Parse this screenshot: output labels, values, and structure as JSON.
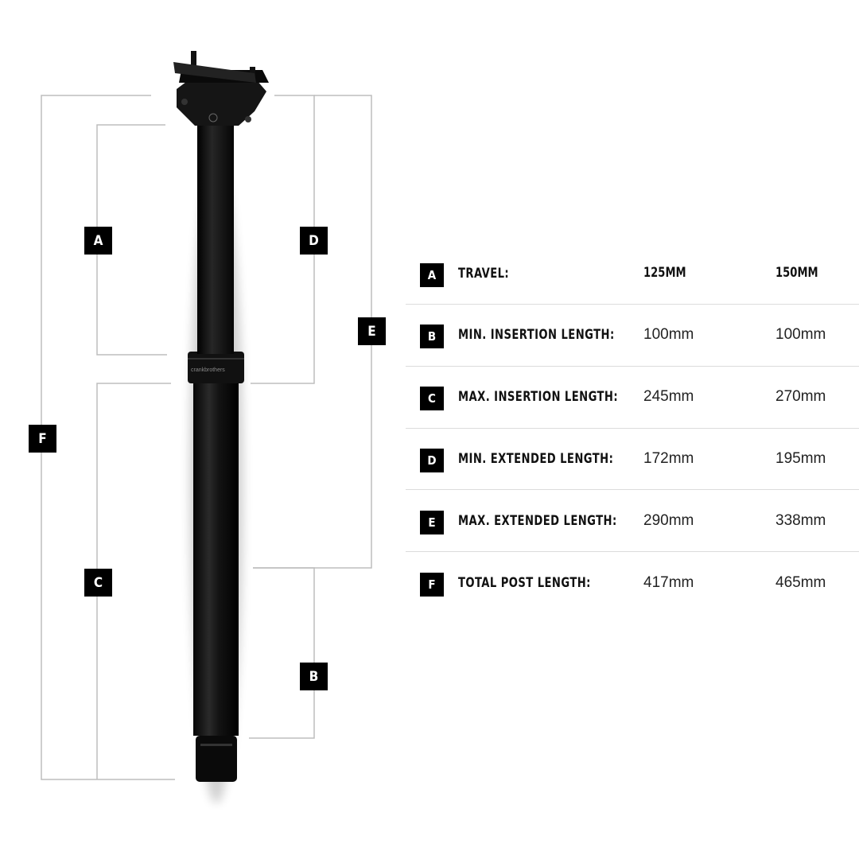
{
  "diagram": {
    "labels": {
      "A": "A",
      "B": "B",
      "C": "C",
      "D": "D",
      "E": "E",
      "F": "F"
    },
    "brand_text": "crankbrothers",
    "colors": {
      "tube": "#0d0d0d",
      "dimension_line": "#bdbdbd",
      "badge": "#000000"
    }
  },
  "specs": {
    "header": {
      "letter": "A",
      "label": "TRAVEL:",
      "col1": "125MM",
      "col2": "150MM"
    },
    "rows": [
      {
        "letter": "B",
        "label": "MIN. INSERTION LENGTH:",
        "col1": "100mm",
        "col2": "100mm"
      },
      {
        "letter": "C",
        "label": "MAX. INSERTION LENGTH:",
        "col1": "245mm",
        "col2": "270mm"
      },
      {
        "letter": "D",
        "label": "MIN. EXTENDED LENGTH:",
        "col1": "172mm",
        "col2": "195mm"
      },
      {
        "letter": "E",
        "label": "MAX. EXTENDED LENGTH:",
        "col1": "290mm",
        "col2": "338mm"
      },
      {
        "letter": "F",
        "label": "TOTAL POST LENGTH:",
        "col1": "417mm",
        "col2": "465mm"
      }
    ]
  }
}
